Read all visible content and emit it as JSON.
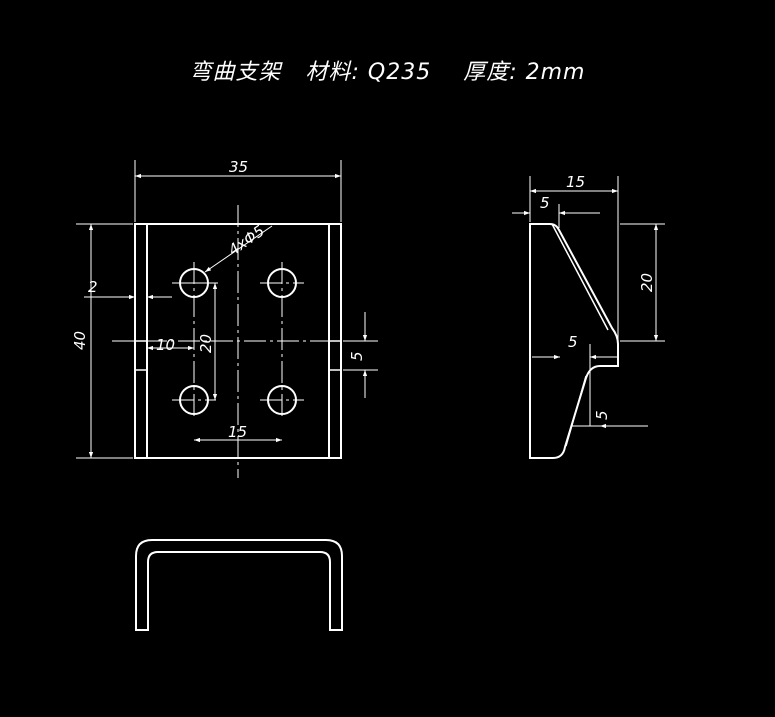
{
  "title": "弯曲支架   材料: Q235    厚度: 2mm",
  "dimensions": {
    "front_width": "35",
    "front_height": "40",
    "flange": "2",
    "hole_spec": "4xΦ5",
    "hole_spacing_v": "20",
    "hole_offset_h": "10",
    "hole_spacing_h": "15",
    "notch": "5",
    "side_width": "15",
    "side_top": "5",
    "side_height": "20",
    "side_step": "5",
    "side_small": "5"
  },
  "colors": {
    "background": "#000000",
    "lines": "#ffffff"
  }
}
